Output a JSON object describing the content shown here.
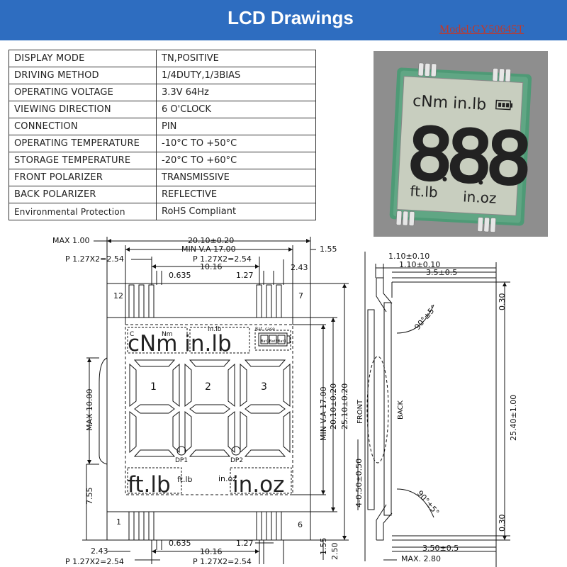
{
  "header": {
    "title": "LCD Drawings",
    "model": "Model:GY50645T"
  },
  "specs": [
    {
      "key": "DISPLAY MODE",
      "value": "TN,POSITIVE"
    },
    {
      "key": "DRIVING METHOD",
      "value": "1/4DUTY,1/3BIAS"
    },
    {
      "key": "OPERATING VOLTAGE",
      "value": "3.3V   64Hz"
    },
    {
      "key": "VIEWING DIRECTION",
      "value": "6  O'CLOCK"
    },
    {
      "key": "CONNECTION",
      "value": "PIN"
    },
    {
      "key": "OPERATING TEMPERATURE",
      "value": "-10°C  TO  +50°C"
    },
    {
      "key": "STORAGE TEMPERATURE",
      "value": "-20°C  TO  +60°C"
    },
    {
      "key": "FRONT POLARIZER",
      "value": "TRANSMISSIVE"
    },
    {
      "key": "BACK POLARIZER",
      "value": "REFLECTIVE"
    },
    {
      "key": "Environmental Protection",
      "value": "RoHS  Compliant"
    }
  ],
  "photo": {
    "units_top": "cNm in.lb",
    "units_bottom_left": "ft.lb",
    "units_bottom_right": "in.oz"
  },
  "front_view": {
    "labels": {
      "max_1": "MAX 1.00",
      "width_total": "20.10±0.20",
      "min_va_width": "MIN V.A 17.00",
      "pitch_top_left": "P 1.27X2=2.54",
      "pitch_top_mid": "P 1.27X2=2.54",
      "d_1016_top": "10.16",
      "d_0635_top": "0.635",
      "d_127_top": "1.27",
      "d_155_top": "1.55",
      "d_243_top": "2.43",
      "pin_12": "12",
      "pin_7": "7",
      "pin_1": "1",
      "pin_6": "6",
      "seg_c": "C",
      "seg_nm": "Nm",
      "seg_inlb_small": "in.lb",
      "seg_bat": "Bat",
      "seg_case": "case",
      "seg_bat1": "Bat1",
      "seg_bat2": "Bat2",
      "seg_bat3": "Bat3",
      "digit_1": "1",
      "digit_2": "2",
      "digit_3": "3",
      "dp1": "DP1",
      "dp2": "DP2",
      "ftlb_small": "ft.lb",
      "inoz_small": "in.oz",
      "max_10": "MAX 10.00",
      "d_755": "7.55",
      "min_va_height": "MIN V.A 17.00",
      "height_2010": "20.10±0.20",
      "height_2510": "25.10±0.20",
      "d_243_bot": "2.43",
      "pitch_bot_left": "P 1.27X2=2.54",
      "d_0635_bot": "0.635",
      "d_1016_bot": "10.16",
      "d_127_bot": "1.27",
      "pitch_bot_mid": "P 1.27X2=2.54",
      "d_155_bot": "1.55",
      "d_250_bot": "2.50",
      "lcd_top_text": "cNm in.lb",
      "lcd_ftlb": "ft.lb",
      "lcd_inoz": "in.oz"
    }
  },
  "side_view": {
    "labels": {
      "d_110_a": "1.10±0.10",
      "d_110_b": "1.10±0.10",
      "d_35": "3.5±0.5",
      "d_030_top": "0.30",
      "angle_top": "90°±5°",
      "front": "FRONT",
      "back": "BACK",
      "d_2540": "25.40±1.00",
      "d_4050": "4-0.50±0.50",
      "angle_bot": "90°±5°",
      "d_030_bot": "0.30",
      "d_350": "3.50±0.5",
      "max_280": "MAX. 2.80"
    }
  },
  "colors": {
    "banner": "#2E6DC0",
    "model_text": "#C0392B",
    "pcb_green": "#4E9A76",
    "lcd_glass": "#C8CEBF"
  }
}
